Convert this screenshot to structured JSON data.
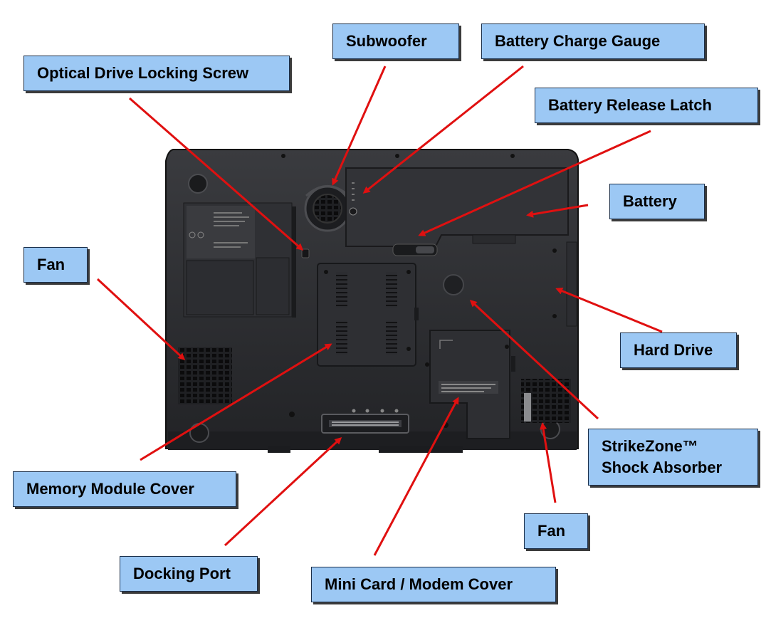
{
  "colors": {
    "callout_fill": "#9cc8f4",
    "pointer_line": "#e01010",
    "laptop_body": "#2a2b2e"
  },
  "callouts": {
    "subwoofer": "Subwoofer",
    "battery_charge_gauge": "Battery Charge Gauge",
    "optical_drive_locking_screw": "Optical Drive Locking Screw",
    "battery_release_latch": "Battery Release Latch",
    "battery": "Battery",
    "fan_left": "Fan",
    "hard_drive": "Hard Drive",
    "strikezone_line1": "StrikeZone™",
    "strikezone_line2": "Shock Absorber",
    "memory_module_cover": "Memory Module Cover",
    "fan_right": "Fan",
    "docking_port": "Docking Port",
    "mini_card_modem_cover": "Mini Card / Modem Cover"
  }
}
